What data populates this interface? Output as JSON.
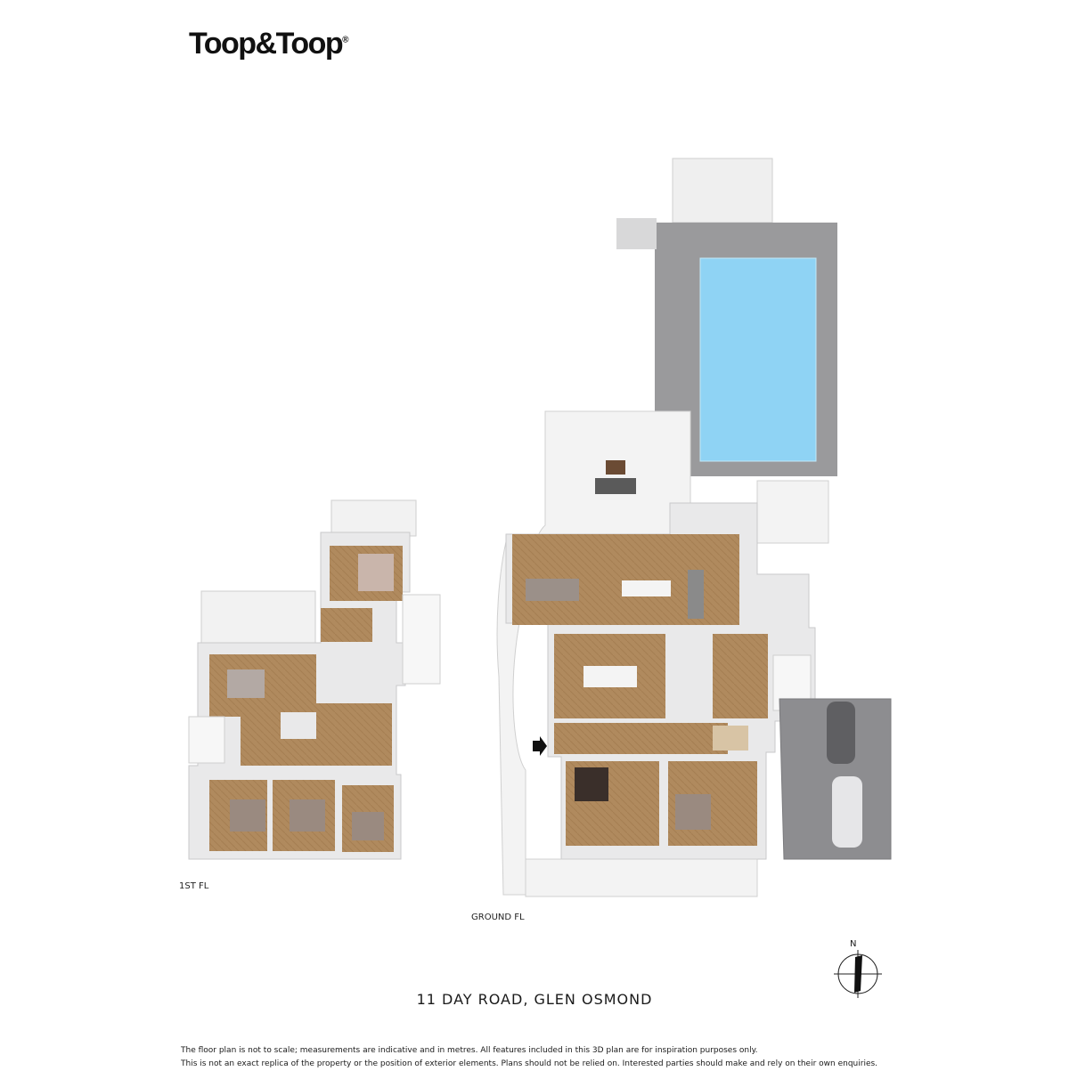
{
  "brand": {
    "logo_text": "Toop&Toop",
    "logo_mark": "®"
  },
  "floors": {
    "first": "1ST FL",
    "ground": "GROUND FL"
  },
  "compass": {
    "north": "N"
  },
  "address": "11 DAY ROAD, GLEN OSMOND",
  "disclaimer": {
    "line1": "The floor plan is not to scale; measurements are indicative and in metres. All features included in this 3D plan are for inspiration purposes only.",
    "line2": "This is not an exact replica of the property or the position of exterior elements. Plans should not be relied on. Interested parties should make and rely on their own enquiries."
  },
  "colors": {
    "floor_wood": "#b08a5e",
    "wall": "#e9e9ea",
    "deck": "#f3f3f3",
    "pool_water": "#8fd3f4",
    "pool_surround": "#9a9a9c",
    "garage": "#8d8d90"
  },
  "icons": [
    "logo-mark",
    "entry-arrow-icon",
    "compass-icon"
  ]
}
